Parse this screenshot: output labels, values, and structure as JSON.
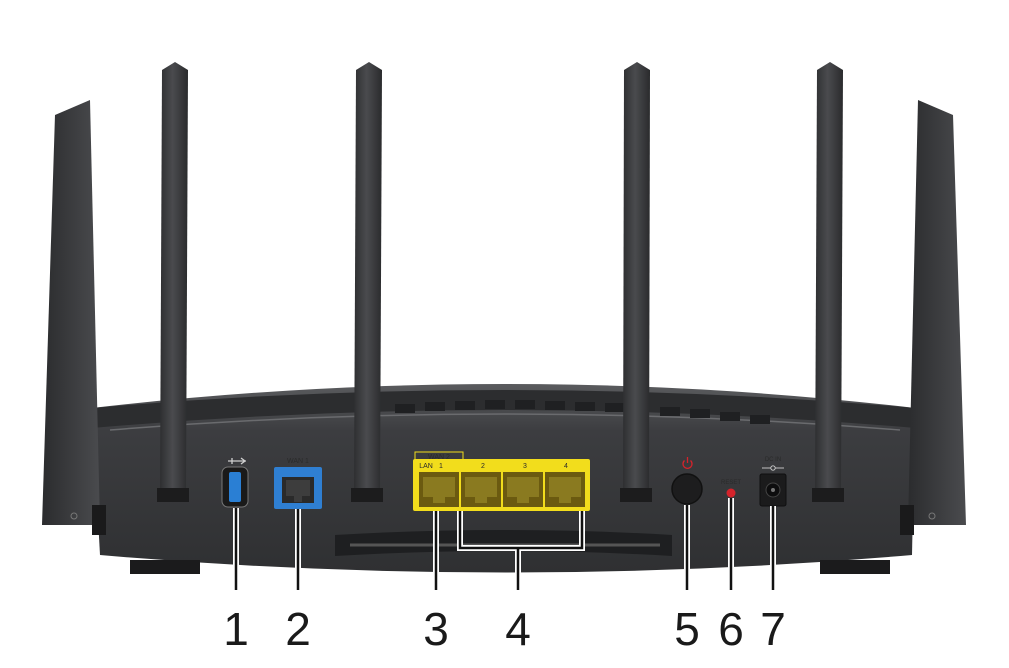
{
  "ports": {
    "wan1_label": "WAN 1",
    "wan2_label": "WAN 2",
    "lan_label": "LAN",
    "lan_port_numbers": [
      "1",
      "2",
      "3",
      "4"
    ],
    "reset_label": "RESET",
    "dc_in_label": "DC IN"
  },
  "callouts": [
    "1",
    "2",
    "3",
    "4",
    "5",
    "6",
    "7"
  ],
  "colors": {
    "wan1": "#2f7fd2",
    "lan": "#f2dd1c",
    "usb": "#2a7fd4",
    "reset": "#d4232b",
    "power_symbol": "#d4232b",
    "body": "#3a3b3d"
  }
}
